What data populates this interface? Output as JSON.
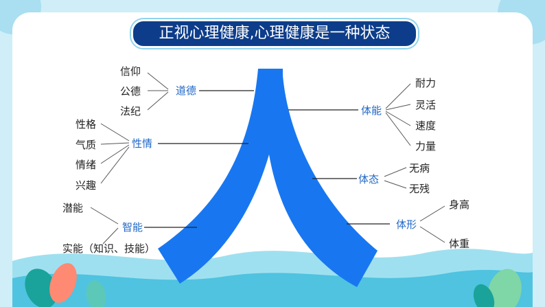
{
  "title": "正视心理健康,心理健康是一种状态",
  "center_char": "人",
  "groups": {
    "moral": {
      "label": "道德",
      "items": [
        "信仰",
        "公德",
        "法纪"
      ]
    },
    "temperament": {
      "label": "性情",
      "items": [
        "性格",
        "气质",
        "情绪",
        "兴趣"
      ]
    },
    "intellect": {
      "label": "智能",
      "items": [
        "潜能",
        "实能（知识、技能）"
      ]
    },
    "physical": {
      "label": "体能",
      "items": [
        "耐力",
        "灵活",
        "速度",
        "力量"
      ]
    },
    "condition": {
      "label": "体态",
      "items": [
        "无病",
        "无残"
      ]
    },
    "shape": {
      "label": "体形",
      "items": [
        "身高",
        "体重"
      ]
    }
  },
  "colors": {
    "glyph": "#1877f0",
    "accent": "#1f67c7",
    "title_bg": "#0d3d8a"
  }
}
